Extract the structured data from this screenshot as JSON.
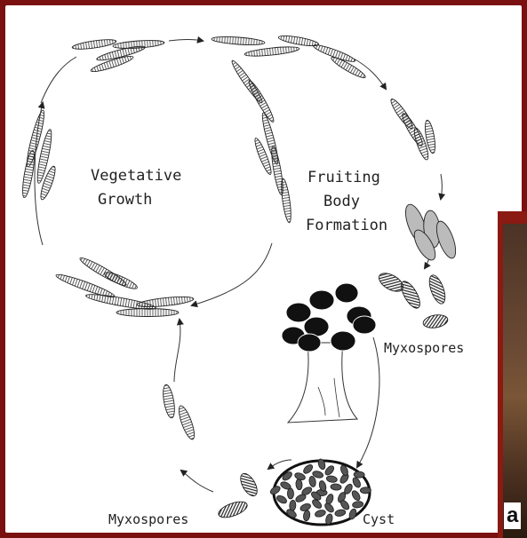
{
  "labels": {
    "vegetative_line1": "Vegetative",
    "vegetative_line2": "Growth",
    "fruiting_line1": "Fruiting",
    "fruiting_line2": "Body",
    "fruiting_line3": "Formation",
    "myxospores_right": "Myxospores",
    "myxospores_bottom": "Myxospores",
    "cyst": "Cyst"
  },
  "photo_label": "a",
  "colors": {
    "frame": "#7a1010",
    "ink": "#222222",
    "background": "#ffffff"
  }
}
